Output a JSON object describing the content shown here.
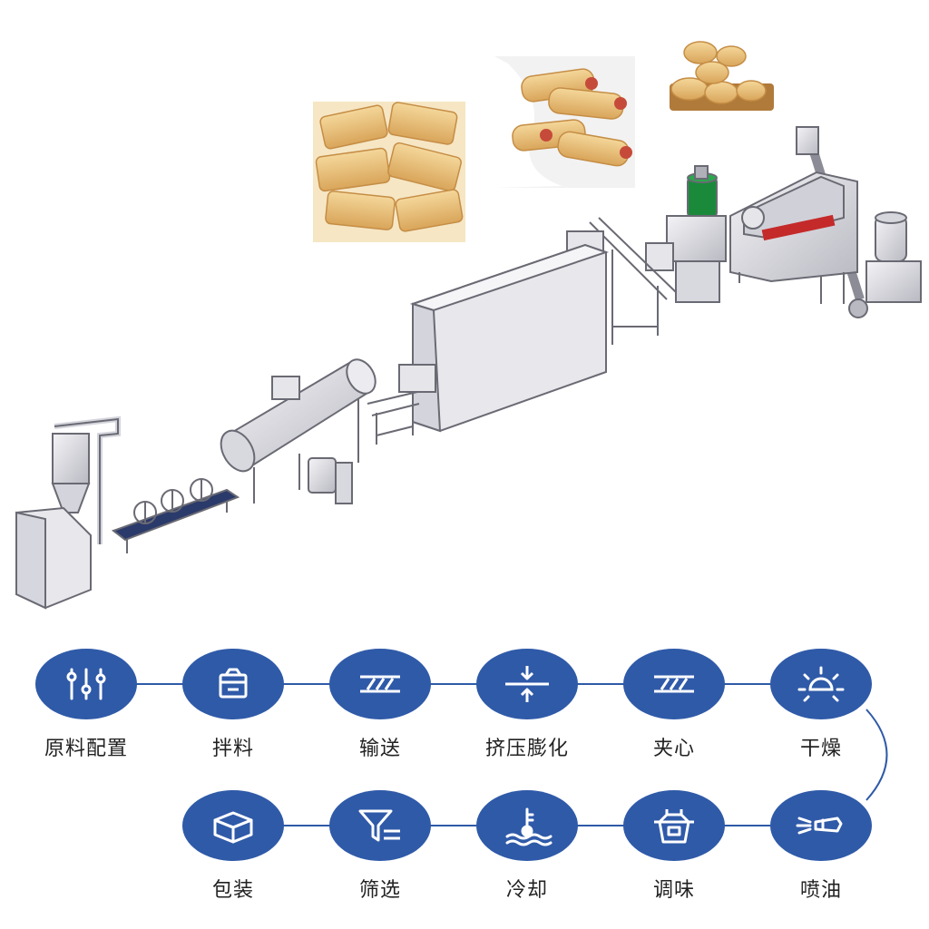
{
  "colors": {
    "accent": "#2f5aa8",
    "connector": "#2f5aa8",
    "machine_body": "#e8e8ec",
    "machine_outline": "#6a6a74",
    "conveyor_belt": "#2a3a6a",
    "heater_band": "#c42a2a",
    "green_part": "#1a8a3a",
    "snack": "#e9c27a"
  },
  "steps": [
    {
      "label": "原料配置",
      "icon": "sliders-icon"
    },
    {
      "label": "拌料",
      "icon": "mixer-icon"
    },
    {
      "label": "输送",
      "icon": "conveyor-icon"
    },
    {
      "label": "挤压膨化",
      "icon": "compress-icon"
    },
    {
      "label": "夹心",
      "icon": "layers-icon"
    },
    {
      "label": "干燥",
      "icon": "sun-icon"
    },
    {
      "label": "包装",
      "icon": "box-icon"
    },
    {
      "label": "筛选",
      "icon": "filter-icon"
    },
    {
      "label": "冷却",
      "icon": "thermometer-water-icon"
    },
    {
      "label": "调味",
      "icon": "apron-icon"
    },
    {
      "label": "喷油",
      "icon": "spray-icon"
    }
  ]
}
